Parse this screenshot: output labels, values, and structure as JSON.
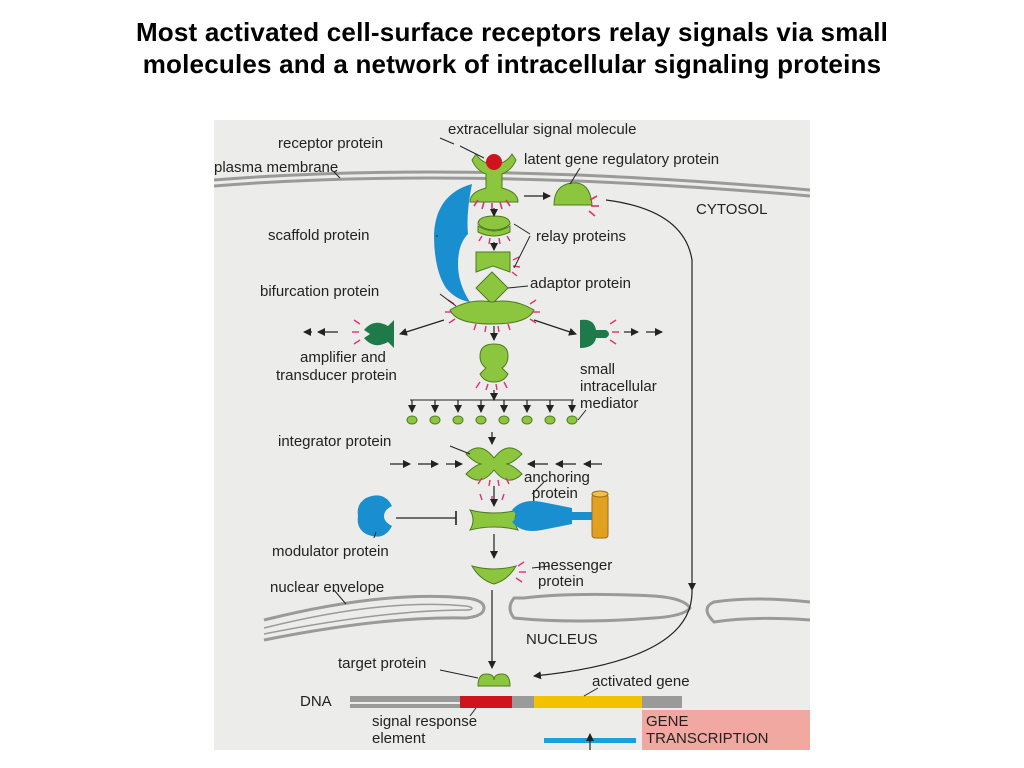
{
  "title": {
    "line1": "Most activated cell-surface receptors relay signals via small",
    "line2": "molecules and a network of intracellular signaling proteins"
  },
  "diagram": {
    "labels": {
      "extracellular_signal_molecule": "extracellular signal molecule",
      "receptor_protein": "receptor protein",
      "plasma_membrane": "plasma membrane",
      "latent_gene_regulatory_protein": "latent gene regulatory protein",
      "cytosol": "CYTOSOL",
      "scaffold_protein": "scaffold protein",
      "relay_proteins": "relay proteins",
      "adaptor_protein": "adaptor protein",
      "bifurcation_protein": "bifurcation protein",
      "amplifier_line1": "amplifier and",
      "amplifier_line2": "transducer protein",
      "small_mediator_line1": "small",
      "small_mediator_line2": "intracellular",
      "small_mediator_line3": "mediator",
      "integrator_protein": "integrator protein",
      "anchoring_line1": "anchoring",
      "anchoring_line2": "protein",
      "modulator_protein": "modulator protein",
      "messenger_line1": "messenger",
      "messenger_line2": "protein",
      "nuclear_envelope": "nuclear envelope",
      "nucleus": "NUCLEUS",
      "target_protein": "target protein",
      "dna": "DNA",
      "activated_gene": "activated gene",
      "signal_response_line1": "signal response",
      "signal_response_line2": "element",
      "gene_transcription_line1": "GENE",
      "gene_transcription_line2": "TRANSCRIPTION"
    },
    "colors": {
      "protein_green": "#8cc63f",
      "dark_green": "#1f7a4a",
      "scaffold_blue": "#1a8fd0",
      "signal_red": "#d0141e",
      "activation_pink": "#e0307a",
      "membrane_gray": "#9a9a9a",
      "anchor_gold": "#e0a020",
      "gene_yellow": "#f2c200",
      "transcription_pink": "#f0a8a0",
      "mrna_blue": "#1aa0e0",
      "panel_bg": "#ececea"
    }
  }
}
